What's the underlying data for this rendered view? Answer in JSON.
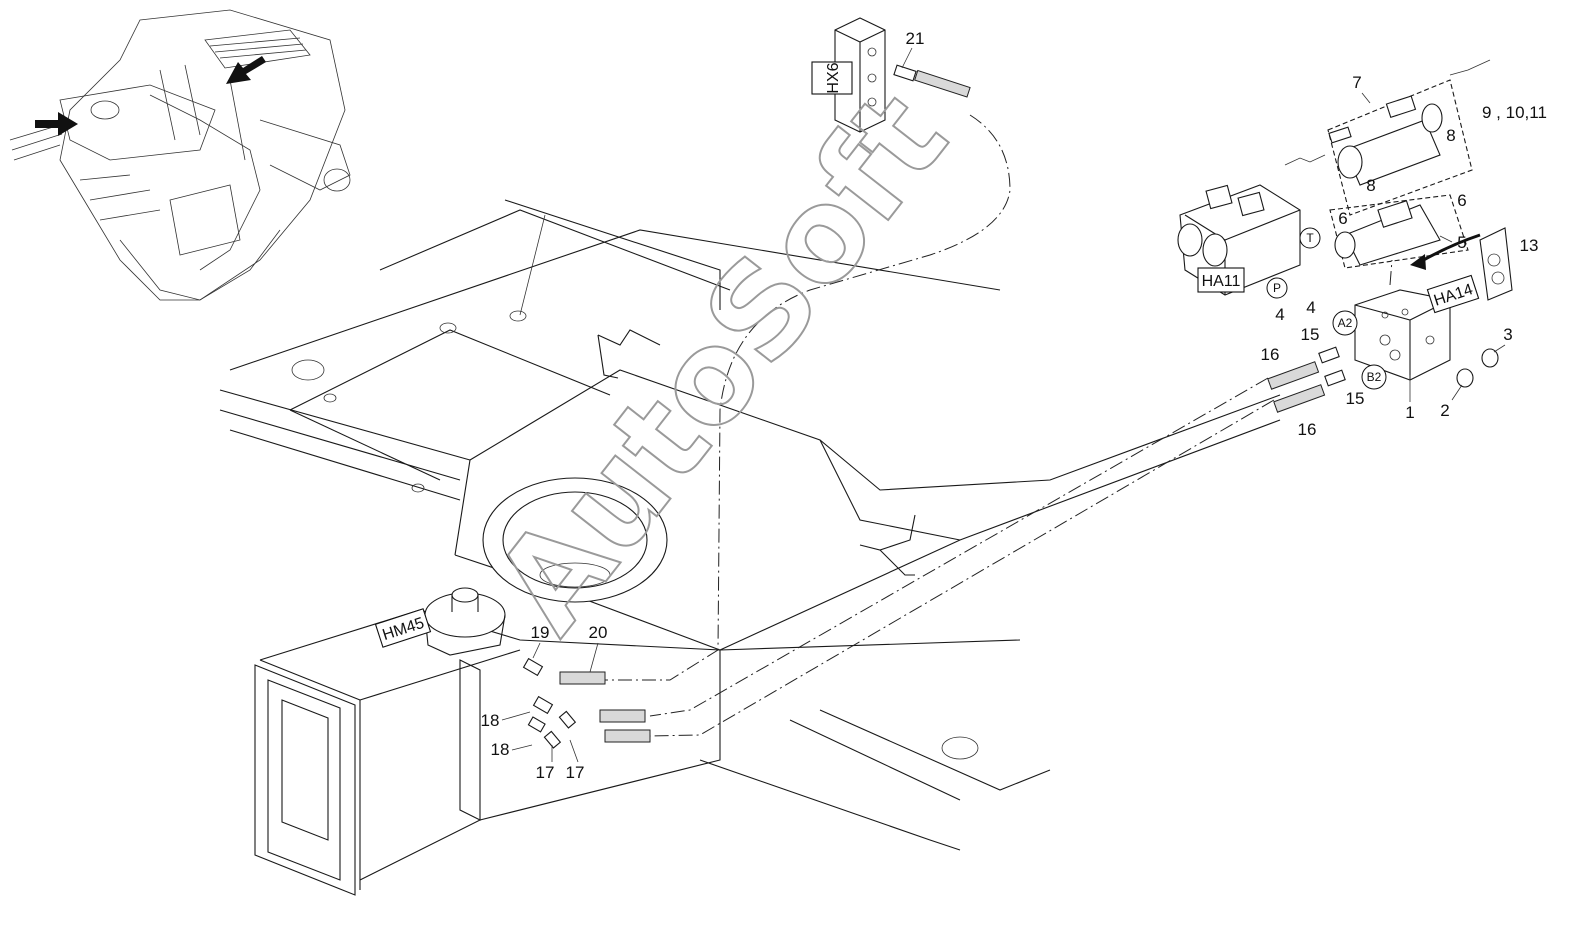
{
  "watermark": "AutoSoft",
  "component_tags": {
    "hx6": "HX6",
    "ha11": "HA11",
    "ha14": "HA14",
    "hm45": "HM45"
  },
  "port_markers": {
    "t": "T",
    "p": "P",
    "a2": "A2",
    "b2": "B2"
  },
  "callouts": {
    "c1": "1",
    "c2": "2",
    "c3": "3",
    "c4a": "4",
    "c4b": "4",
    "c5": "5",
    "c6a": "6",
    "c6b": "6",
    "c7": "7",
    "c8a": "8",
    "c8b": "8",
    "c9_11": "9 , 10,11",
    "c13": "13",
    "c15a": "15",
    "c15b": "15",
    "c16a": "16",
    "c16b": "16",
    "c17a": "17",
    "c17b": "17",
    "c18a": "18",
    "c18b": "18",
    "c19": "19",
    "c20": "20",
    "c21": "21"
  },
  "icons": [
    "arrow-pointer-icon",
    "curved-arrow-icon"
  ]
}
